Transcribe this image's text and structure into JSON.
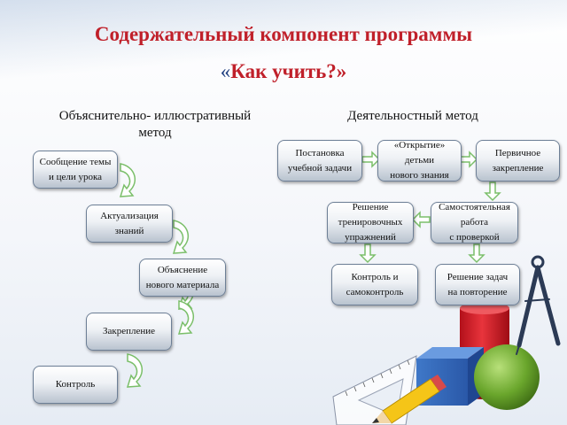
{
  "title": {
    "line1": "Содержательный компонент программы",
    "line2_prefix": "«",
    "line2": "Как учить?",
    "line2_suffix": "»"
  },
  "left": {
    "heading": "Объяснительно- иллюстративный\nметод",
    "steps": [
      "Сообщение темы\nи цели урока",
      "Актуализация\nзнаний",
      "Объяснение\nнового материала",
      "Закрепление",
      "Контроль"
    ]
  },
  "right": {
    "heading": "Деятельностный метод",
    "steps": [
      "Постановка\nучебной задачи",
      "«Открытие»\nдетьми\nнового знания",
      "Первичное\nзакрепление",
      "Решение\nтренировочных\nупражнений",
      "Самостоятельная\nработа\nс проверкой",
      "Контроль и\nсамоконтроль",
      "Решение задач\nна повторение"
    ]
  },
  "colors": {
    "title": "#c0202a",
    "quote": "#1f3f80",
    "arrow_fill": "#ffffff",
    "arrow_stroke": "#7bbf6a"
  }
}
